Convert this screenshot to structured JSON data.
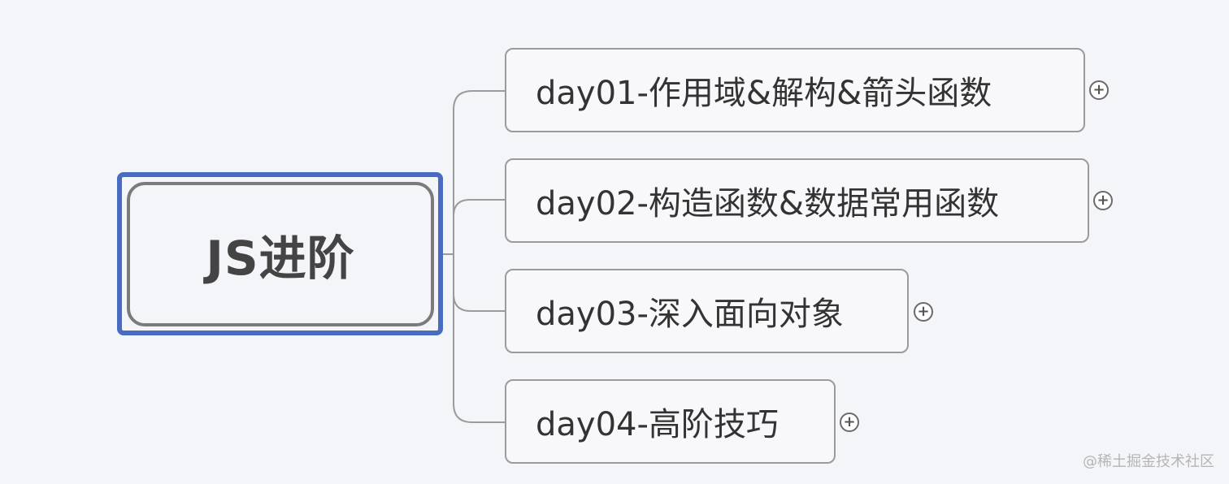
{
  "central_topic": {
    "label": "JS进阶"
  },
  "branches": [
    {
      "label": "day01-作用域&解构&箭头函数",
      "expand_icon": "plus-circle-icon"
    },
    {
      "label": "day02-构造函数&数据常用函数",
      "expand_icon": "plus-circle-icon"
    },
    {
      "label": "day03-深入面向对象",
      "expand_icon": "plus-circle-icon"
    },
    {
      "label": "day04-高阶技巧",
      "expand_icon": "plus-circle-icon"
    }
  ],
  "expand_symbol": "+",
  "watermark": "@稀土掘金技术社区",
  "colors": {
    "central_border": "#4a6bc2",
    "node_border": "#9b9b9b",
    "connector": "#9b9b9b",
    "background": "#f4f5f9"
  }
}
